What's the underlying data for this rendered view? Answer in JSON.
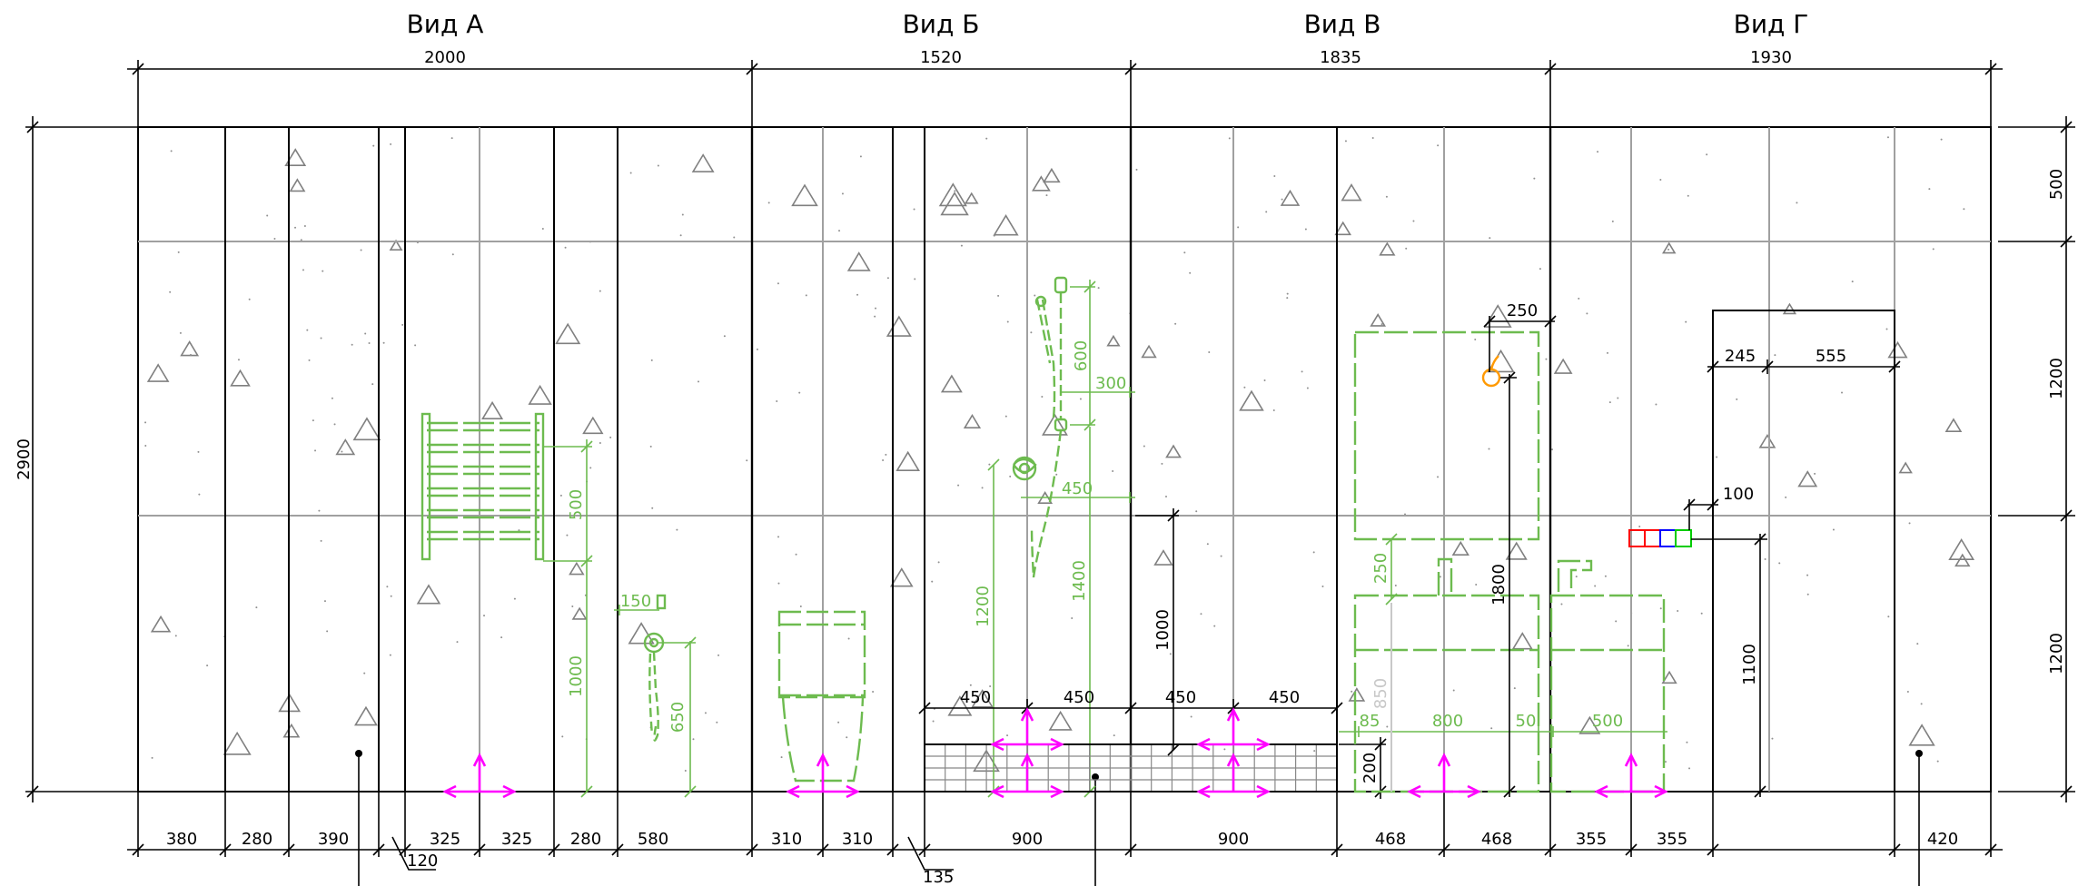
{
  "views": [
    {
      "title": "Вид А",
      "width": "2000"
    },
    {
      "title": "Вид Б",
      "width": "1520"
    },
    {
      "title": "Вид В",
      "width": "1835"
    },
    {
      "title": "Вид Г",
      "width": "1930"
    }
  ],
  "overall_height": "2900",
  "right_heights": [
    "500",
    "1200",
    "1200"
  ],
  "bottom_dims": [
    "380",
    "280",
    "390",
    "325",
    "325",
    "280",
    "580",
    "310",
    "310",
    "900",
    "900",
    "468",
    "468",
    "355",
    "355",
    "420"
  ],
  "leaders": [
    "120",
    "135"
  ],
  "fixture_dims": {
    "towel_rail_height": "500",
    "towel_rail_elevation": "1000",
    "mixer_offset": "150",
    "mixer_height": "650",
    "shower_top": "600",
    "shower_offset": "300",
    "shower_arm": "450",
    "shower_bar_height": "1400",
    "shower_mixer_height": "1200",
    "floor_offsets": [
      "450",
      "450",
      "450",
      "450"
    ],
    "wall_socket_height": "1000",
    "basin_offset": "250",
    "mirror_offset": "250",
    "hook_height": "1800",
    "basin_height": "850",
    "tray_height": "200",
    "basin_row": [
      "85",
      "800",
      "50",
      "500"
    ],
    "door_dims": [
      "245",
      "555"
    ],
    "switch_offset": "100",
    "switch_height": "1100"
  },
  "colors": {
    "fixture": "#6dbb4f",
    "marker": "#ff00ff",
    "hook": "#ff9900",
    "lines": "#000000",
    "panel_joints": "#a0a0a0"
  }
}
